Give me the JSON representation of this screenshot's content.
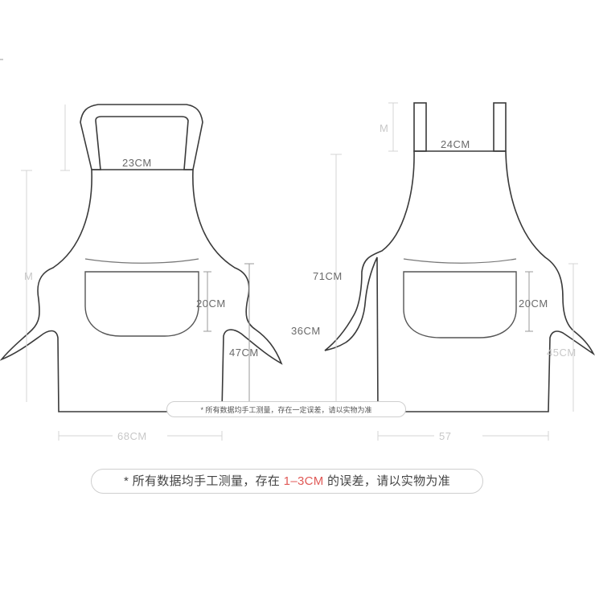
{
  "left_apron": {
    "dims": {
      "top_width": "23CM",
      "left_side_partial": "M",
      "pocket_height": "20CM",
      "side_height": "47CM",
      "bottom_width": "68CM"
    }
  },
  "right_apron": {
    "dims": {
      "strap_partial": "M",
      "top_width": "24CM",
      "total_length": "71CM",
      "waist_to_hem": "36CM",
      "pocket_height": "20CM",
      "side_height": "45CM",
      "bottom_width": "57"
    }
  },
  "note_small": "* 所有数据均手工测量，存在一定误差，请以实物为准",
  "note_big": {
    "prefix": "* 所有数据均手工测量，存在",
    "range": "1–3CM",
    "suffix": "的误差，请以实物为准"
  },
  "colors": {
    "outline": "#3a3a3a",
    "dimension": "#9a9a9a",
    "highlight": "#e05a57"
  }
}
